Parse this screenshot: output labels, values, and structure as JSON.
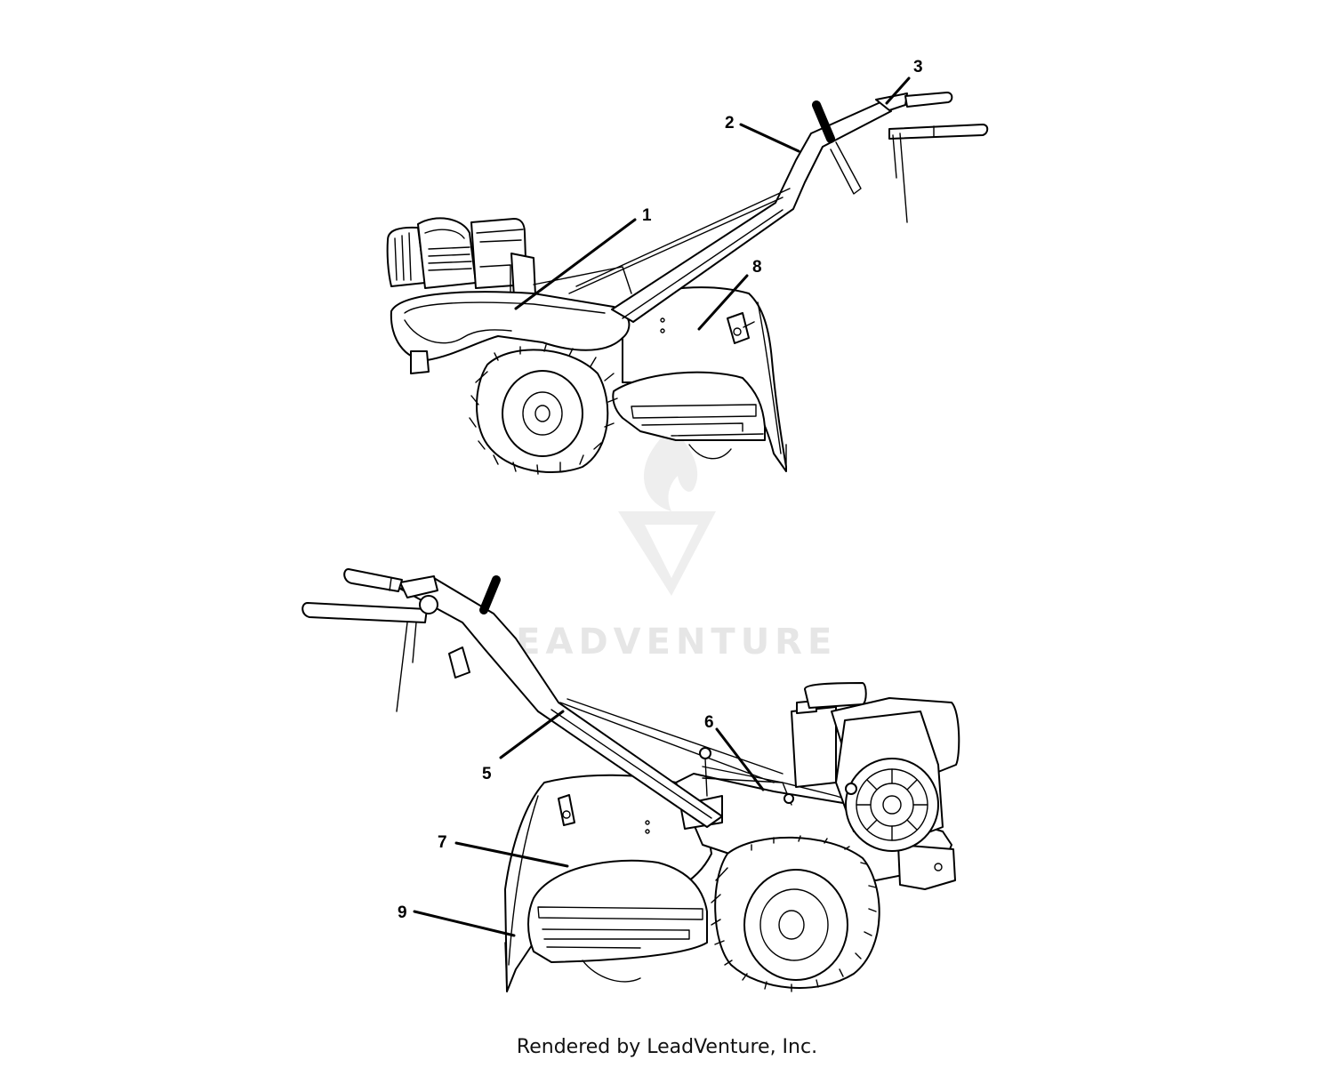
{
  "diagram": {
    "callouts": [
      {
        "id": "1",
        "label": "1"
      },
      {
        "id": "2",
        "label": "2"
      },
      {
        "id": "3",
        "label": "3"
      },
      {
        "id": "5",
        "label": "5"
      },
      {
        "id": "6",
        "label": "6"
      },
      {
        "id": "7",
        "label": "7"
      },
      {
        "id": "8",
        "label": "8"
      },
      {
        "id": "9",
        "label": "9"
      }
    ],
    "watermark": "LEADVENTURE"
  },
  "footer": {
    "text": "Rendered by LeadVenture, Inc."
  }
}
